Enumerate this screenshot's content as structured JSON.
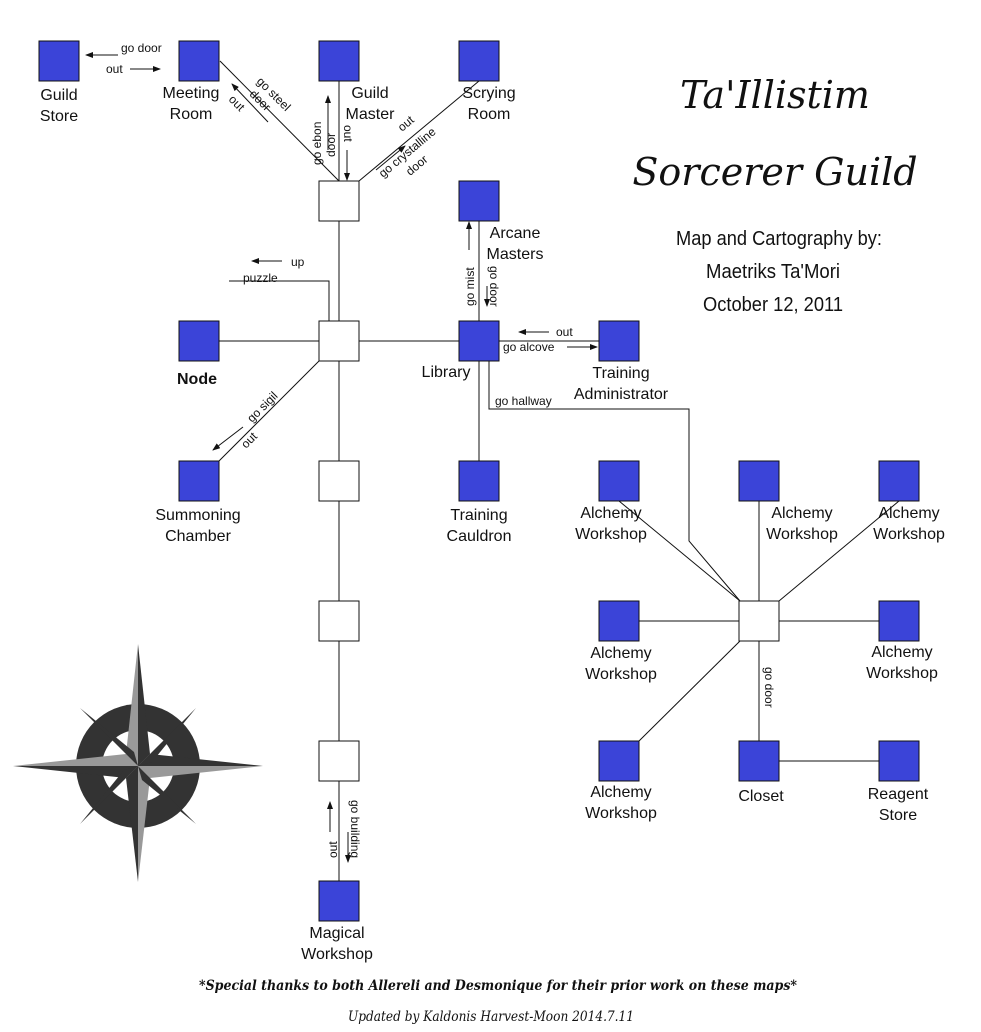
{
  "title": {
    "line1": "Ta'Illistim",
    "line2": "Sorcerer Guild"
  },
  "credits": {
    "line1": "Map and Cartography by:",
    "line2": "Maetriks Ta'Mori",
    "line3": "October 12, 2011"
  },
  "rooms": {
    "guild_store": [
      "Guild",
      "Store"
    ],
    "meeting_room": [
      "Meeting",
      "Room"
    ],
    "guild_master": [
      "Guild",
      "Master"
    ],
    "scrying_room": [
      "Scrying",
      "Room"
    ],
    "arcane_masters": [
      "Arcane",
      "Masters"
    ],
    "node": "Node",
    "library": "Library",
    "training_admin": [
      "Training",
      "Administrator"
    ],
    "summoning_chamber": [
      "Summoning",
      "Chamber"
    ],
    "training_cauldron": [
      "Training",
      "Cauldron"
    ],
    "alchemy_nw": [
      "Alchemy",
      "Workshop"
    ],
    "alchemy_n": [
      "Alchemy",
      "Workshop"
    ],
    "alchemy_ne": [
      "Alchemy",
      "Workshop"
    ],
    "alchemy_w": [
      "Alchemy",
      "Workshop"
    ],
    "alchemy_e": [
      "Alchemy",
      "Workshop"
    ],
    "alchemy_sw": [
      "Alchemy",
      "Workshop"
    ],
    "closet": "Closet",
    "reagent_store": [
      "Reagent",
      "Store"
    ],
    "magical_workshop": [
      "Magical",
      "Workshop"
    ]
  },
  "commands": {
    "go_door": "go door",
    "out": "out",
    "go_steel_door": [
      "go steel",
      "door"
    ],
    "go_ebon_door": [
      "go ebon",
      "door"
    ],
    "go_crystalline_door": [
      "go crystalline",
      "door"
    ],
    "up": "up",
    "puzzle": "puzzle",
    "go_mist": "go mist",
    "go_alcove": "go alcove",
    "go_hallway": "go hallway",
    "go_sigil": "go sigil",
    "go_building": "go building"
  },
  "footer": {
    "thanks": "*Special thanks to both Allereli and Desmonique for their prior work on these maps*",
    "updated": "Updated by Kaldonis Harvest-Moon 2014.7.11"
  },
  "colors": {
    "room_fill": "#3b44d8",
    "compass": "#333333"
  },
  "icons": {
    "compass": "compass-rose-icon"
  }
}
